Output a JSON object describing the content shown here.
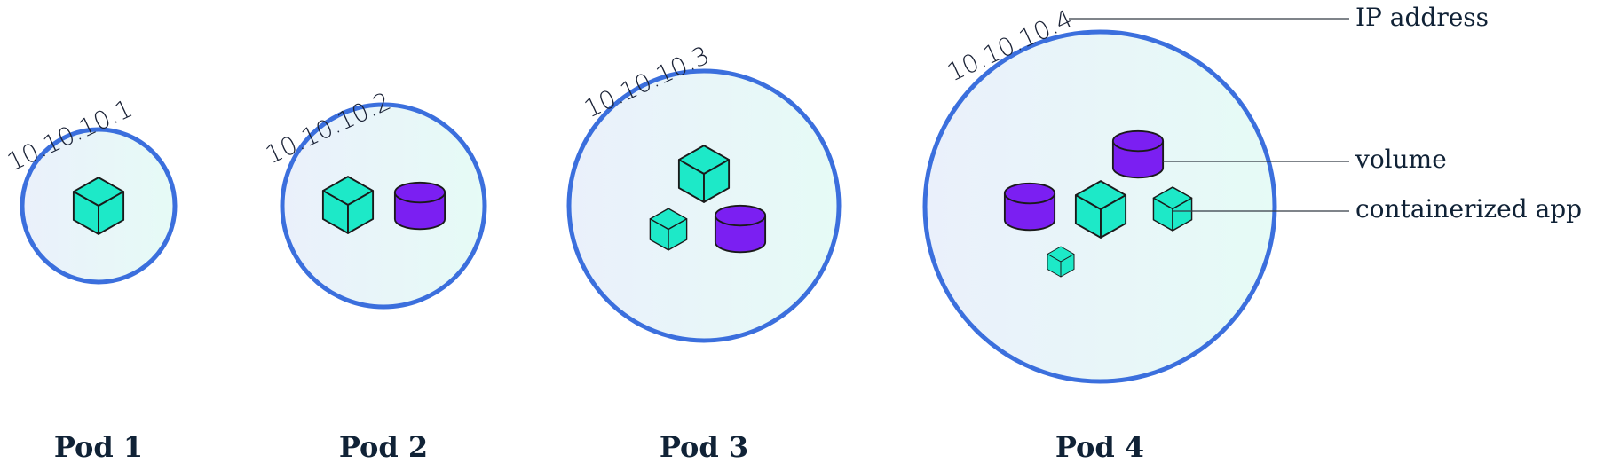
{
  "pods": [
    {
      "name": "Pod 1",
      "ip": "10.10.10.1",
      "apps": 1,
      "volumes": 0
    },
    {
      "name": "Pod 2",
      "ip": "10.10.10.2",
      "apps": 1,
      "volumes": 1
    },
    {
      "name": "Pod 3",
      "ip": "10.10.10.3",
      "apps": 2,
      "volumes": 1
    },
    {
      "name": "Pod 4",
      "ip": "10.10.10.4",
      "apps": 3,
      "volumes": 2
    }
  ],
  "legend": {
    "ip_address": "IP address",
    "volume": "volume",
    "containerized_app": "containerized app"
  },
  "colors": {
    "pod_border": "#3b6fdd",
    "app_cube": "#1de9c8",
    "volume_cylinder": "#7b1ff2",
    "outline": "#1a1a1a"
  },
  "icons": {
    "app": "cube-icon",
    "volume": "cylinder-icon"
  }
}
